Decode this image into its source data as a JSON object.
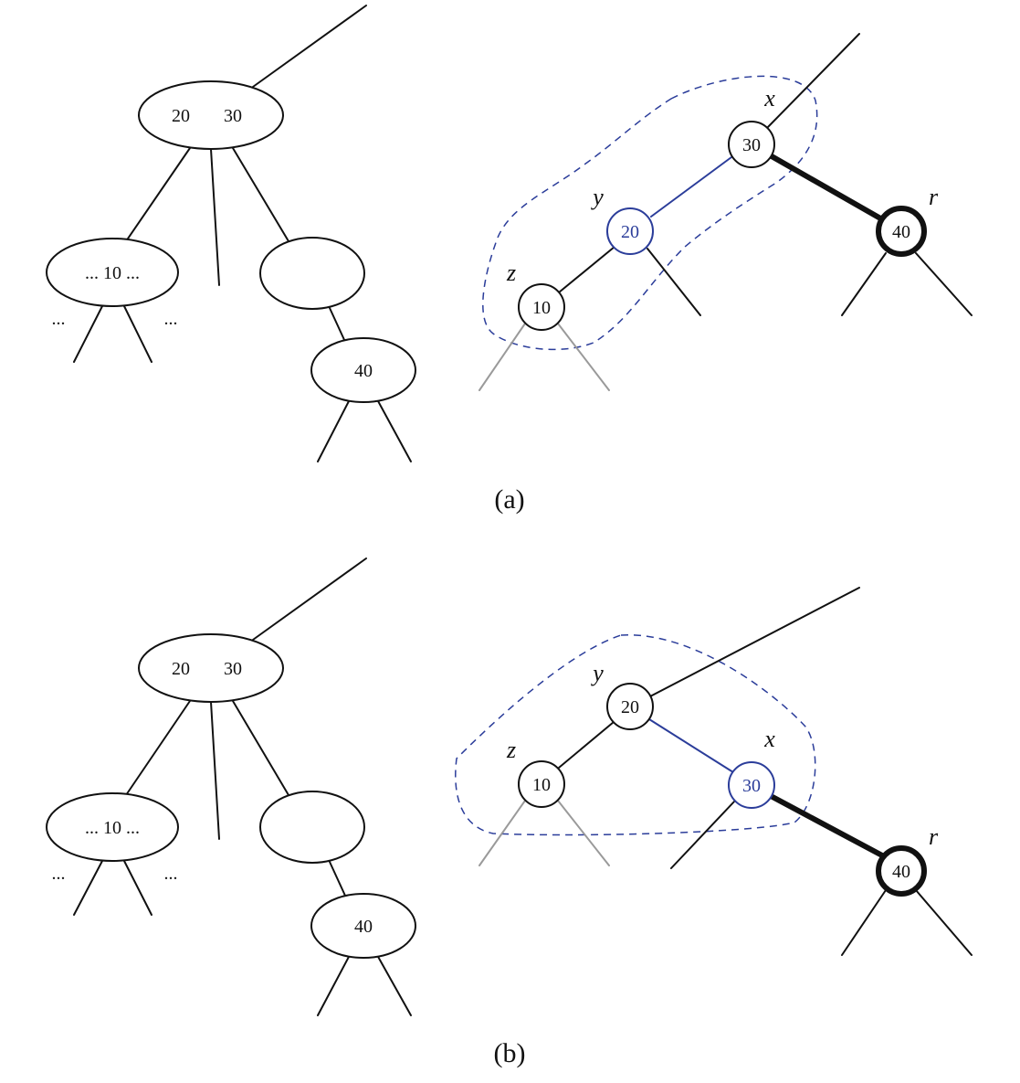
{
  "panels": [
    {
      "caption": "(a)",
      "btree": {
        "root_keys": [
          "20",
          "30"
        ],
        "left_child": "... 10 ...",
        "left_ellipses": [
          "...",
          "..."
        ],
        "right_grandchild": "40"
      },
      "rbtree": {
        "node_x": {
          "key": "30",
          "label": "x"
        },
        "node_y": {
          "key": "20",
          "label": "y"
        },
        "node_z": {
          "key": "10",
          "label": "z"
        },
        "node_r": {
          "key": "40",
          "label": "r"
        }
      }
    },
    {
      "caption": "(b)",
      "btree": {
        "root_keys": [
          "20",
          "30"
        ],
        "left_child": "... 10 ...",
        "left_ellipses": [
          "...",
          "..."
        ],
        "right_grandchild": "40"
      },
      "rbtree": {
        "node_y": {
          "key": "20",
          "label": "y"
        },
        "node_z": {
          "key": "10",
          "label": "z"
        },
        "node_x": {
          "key": "30",
          "label": "x"
        },
        "node_r": {
          "key": "40",
          "label": "r"
        }
      }
    }
  ],
  "colors": {
    "ink": "#111111",
    "highlight_blue": "#2b3d9a",
    "faded_gray": "#9a9a9a"
  }
}
